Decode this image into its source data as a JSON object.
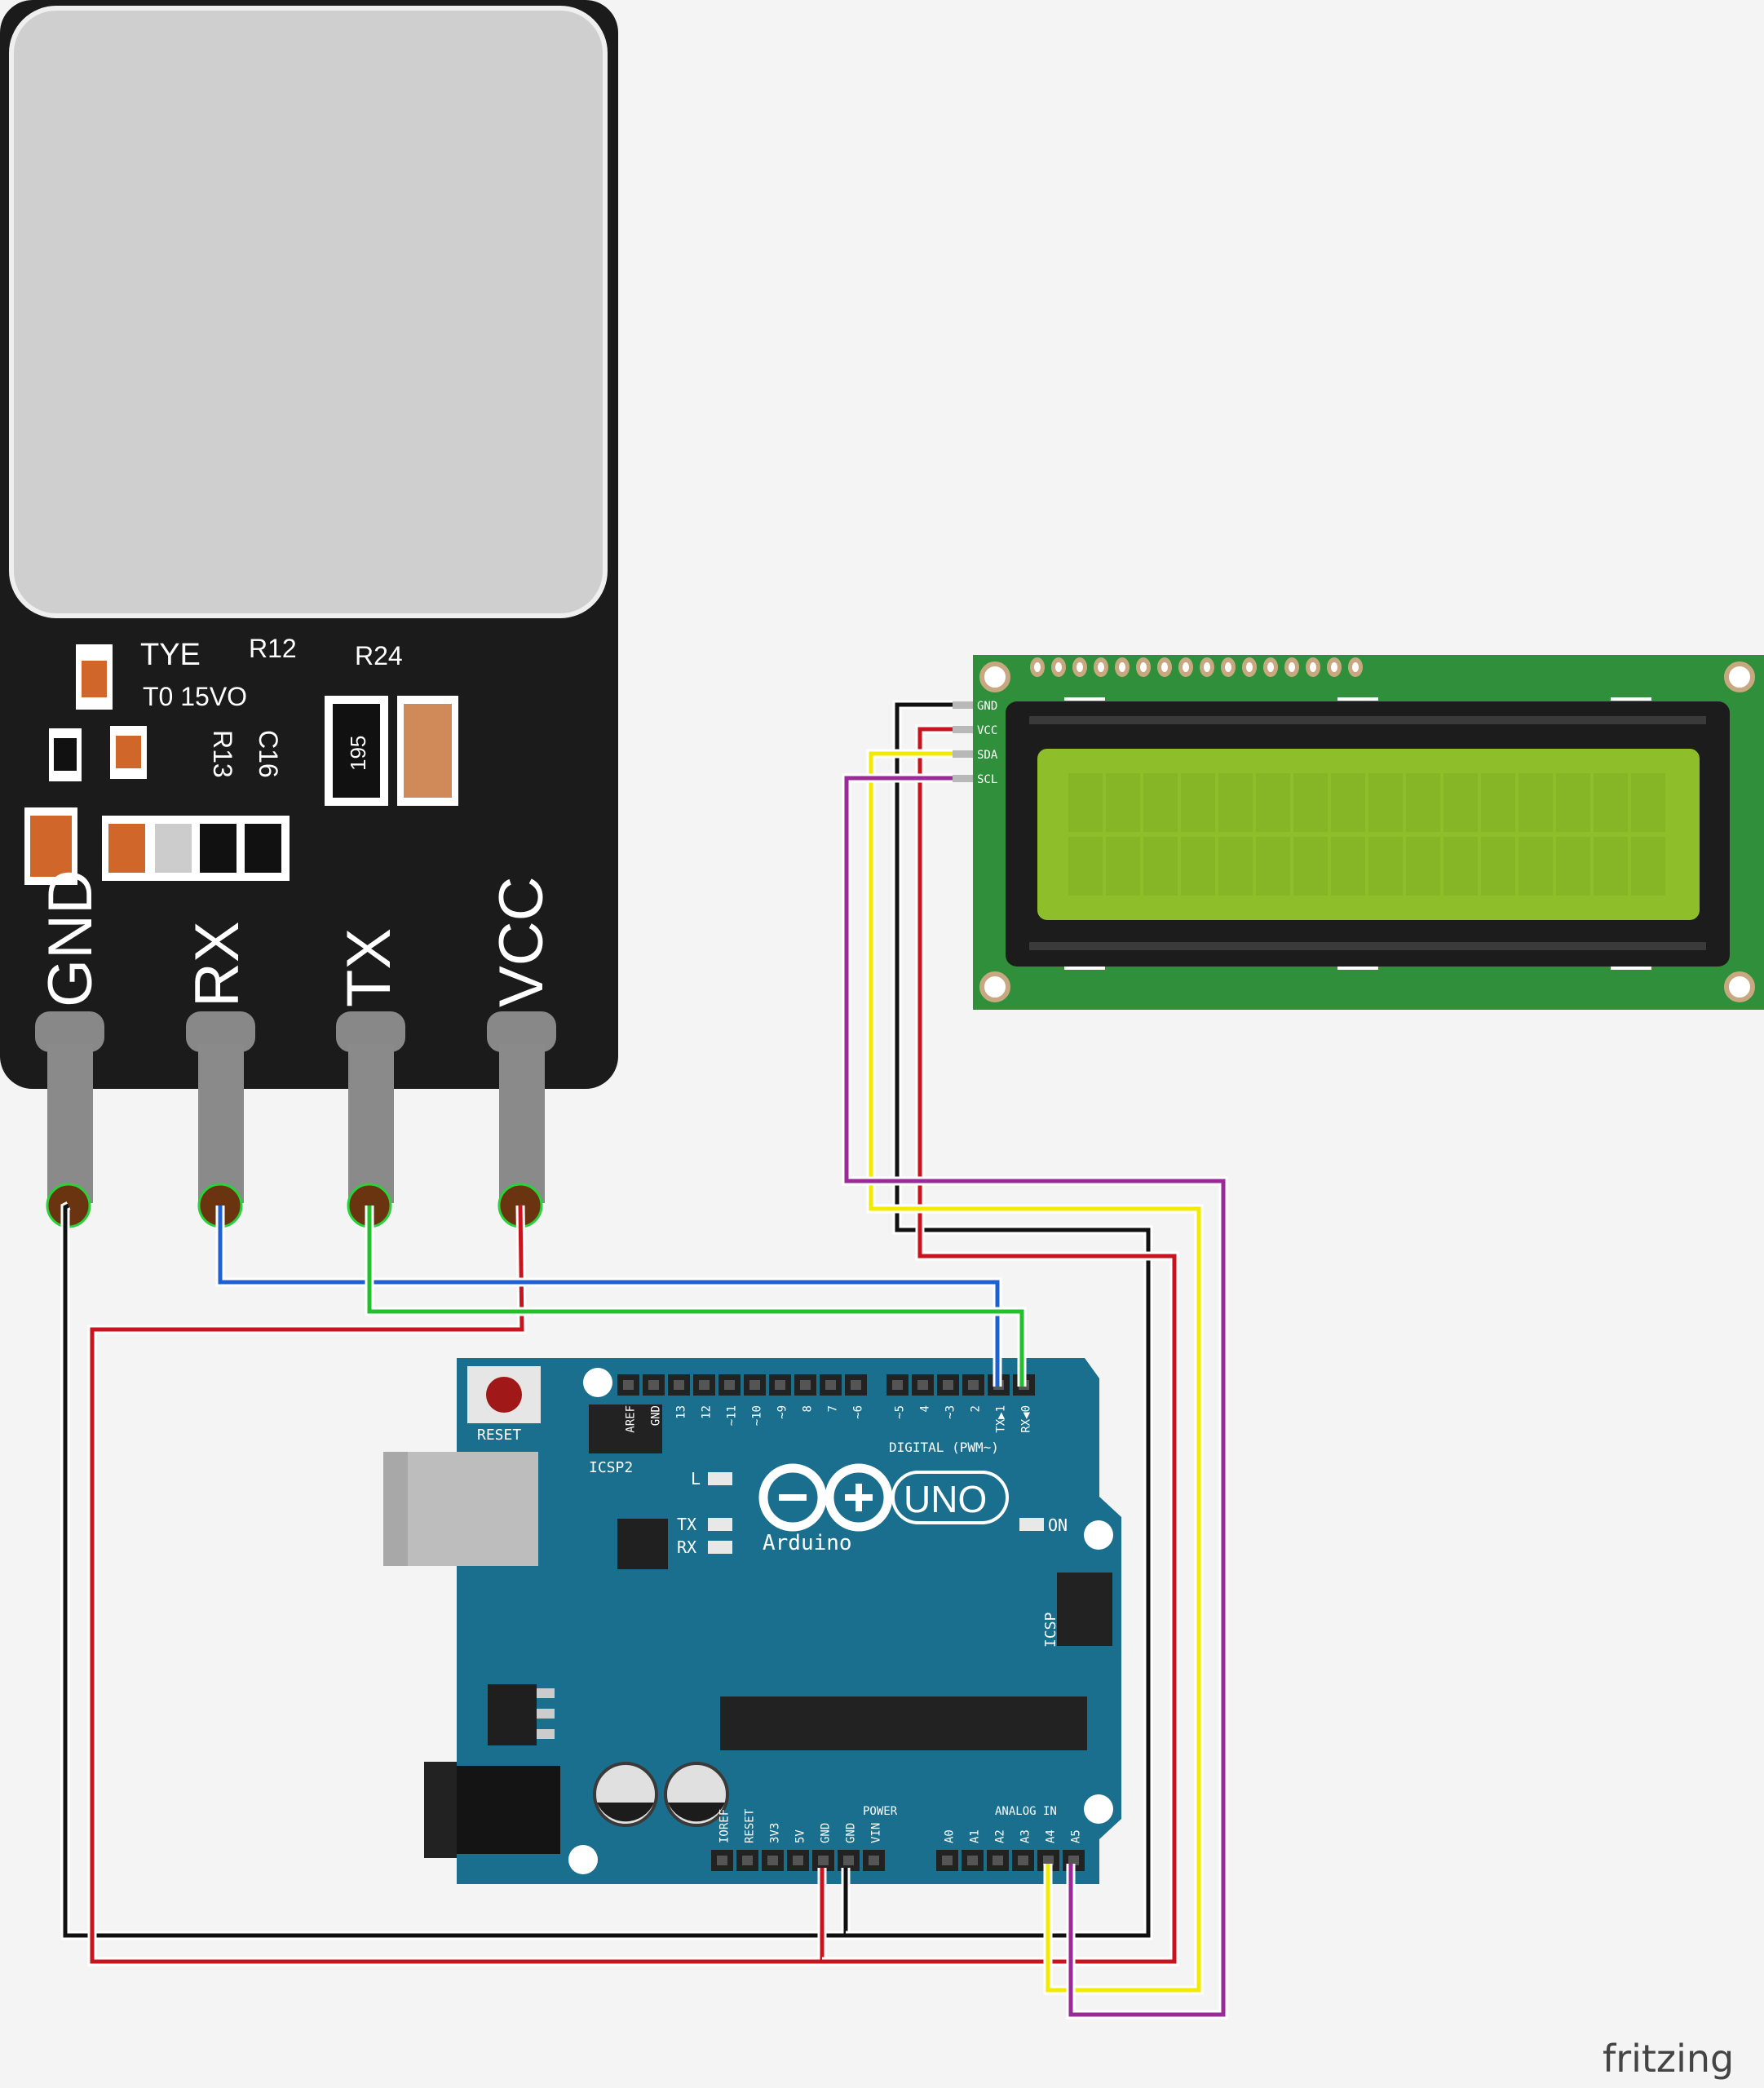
{
  "sensor": {
    "text_tye": "TYE",
    "text_to": "T0 15VO",
    "text_r12": "R12",
    "text_r24": "R24",
    "text_r13": "R13",
    "text_c16": "C16",
    "text_195": "195",
    "pins": [
      "GND",
      "RX",
      "TX",
      "VCC"
    ]
  },
  "lcd": {
    "pins": [
      "GND",
      "VCC",
      "SDA",
      "SCL"
    ]
  },
  "arduino": {
    "reset": "RESET",
    "icsp2": "ICSP2",
    "icsp": "ICSP",
    "led_l": "L",
    "led_tx": "TX",
    "led_rx": "RX",
    "on": "ON",
    "uno": "UNO",
    "brand": "Arduino",
    "digital": "DIGITAL (PWM~)",
    "power": "POWER",
    "analog": "ANALOG IN",
    "header_top": [
      "AREF",
      "GND",
      "13",
      "12",
      "~11",
      "~10",
      "~9",
      "8",
      "7",
      "~6",
      "~5",
      "4",
      "~3",
      "2",
      "TX▶1",
      "RX◀0"
    ],
    "header_power": [
      "IOREF",
      "RESET",
      "3V3",
      "5V",
      "GND",
      "GND",
      "VIN"
    ],
    "header_analog": [
      "A0",
      "A1",
      "A2",
      "A3",
      "A4",
      "A5"
    ]
  },
  "watermark": "fritzing",
  "colors": {
    "wire_black": "#111111",
    "wire_red": "#c8141e",
    "wire_blue": "#1e5fd2",
    "wire_green": "#22c02a",
    "wire_yellow": "#f2ea00",
    "wire_purple": "#9a2a98",
    "board_teal": "#1a6f8e",
    "lcd_green": "#2f8f3a",
    "lcd_screen": "#8ebf2a"
  }
}
